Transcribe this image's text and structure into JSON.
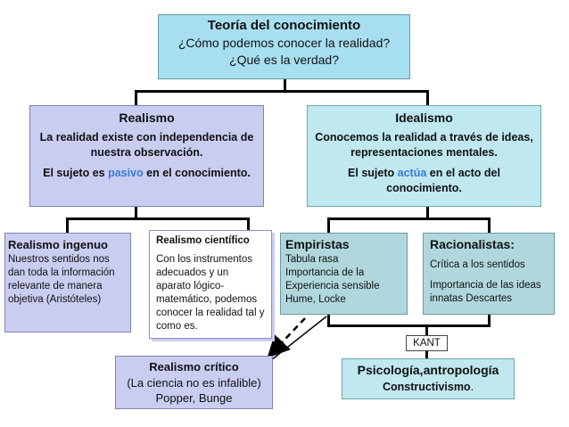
{
  "top": {
    "title": "Teoría del conocimiento",
    "line1": "¿Cómo podemos conocer la realidad?",
    "line2": "¿Qué es la verdad?"
  },
  "realismo": {
    "title": "Realismo",
    "desc": "La realidad existe con independencia de nuestra observación.",
    "sujeto_pre": "El sujeto es ",
    "sujeto_key": "pasivo",
    "sujeto_post": " en el conocimiento."
  },
  "idealismo": {
    "title": "Idealismo",
    "desc": "Conocemos la realidad a través de ideas, representaciones mentales.",
    "sujeto_pre": "El sujeto ",
    "sujeto_key": "actúa",
    "sujeto_post": " en el acto del conocimiento."
  },
  "ingenuo": {
    "title": "Realismo ingenuo",
    "body": "Nuestros sentidos nos dan toda la información relevante de manera objetiva (Aristóteles)"
  },
  "cientifico": {
    "title": "Realismo científico",
    "body": "Con los instrumentos adecuados y un aparato lógico-matemático, podemos conocer la realidad tal y como es."
  },
  "empiristas": {
    "title": "Empiristas",
    "lines": [
      "Tabula rasa",
      "Importancia de la Experiencia sensible",
      "Hume, Locke"
    ]
  },
  "racionalistas": {
    "title": "Racionalistas:",
    "lines": [
      "Crítica a los sentidos",
      "Importancia de las ideas innatas Descartes"
    ]
  },
  "critico": {
    "title": "Realismo crítico",
    "line1": "(La ciencia no es infalible)",
    "line2": "Popper, Bunge"
  },
  "kant": {
    "label": "KANT"
  },
  "psicologia": {
    "title": "Psicología,antropología",
    "sub": "Constructivismo",
    "sub_end": "."
  },
  "colors": {
    "top_bg": "#a8dff0",
    "realismo_bg": "#c9cdf0",
    "idealismo_bg": "#bfe8ef",
    "empiristas_bg": "#b0d8dc",
    "accent_blue": "#3a7bd5"
  }
}
